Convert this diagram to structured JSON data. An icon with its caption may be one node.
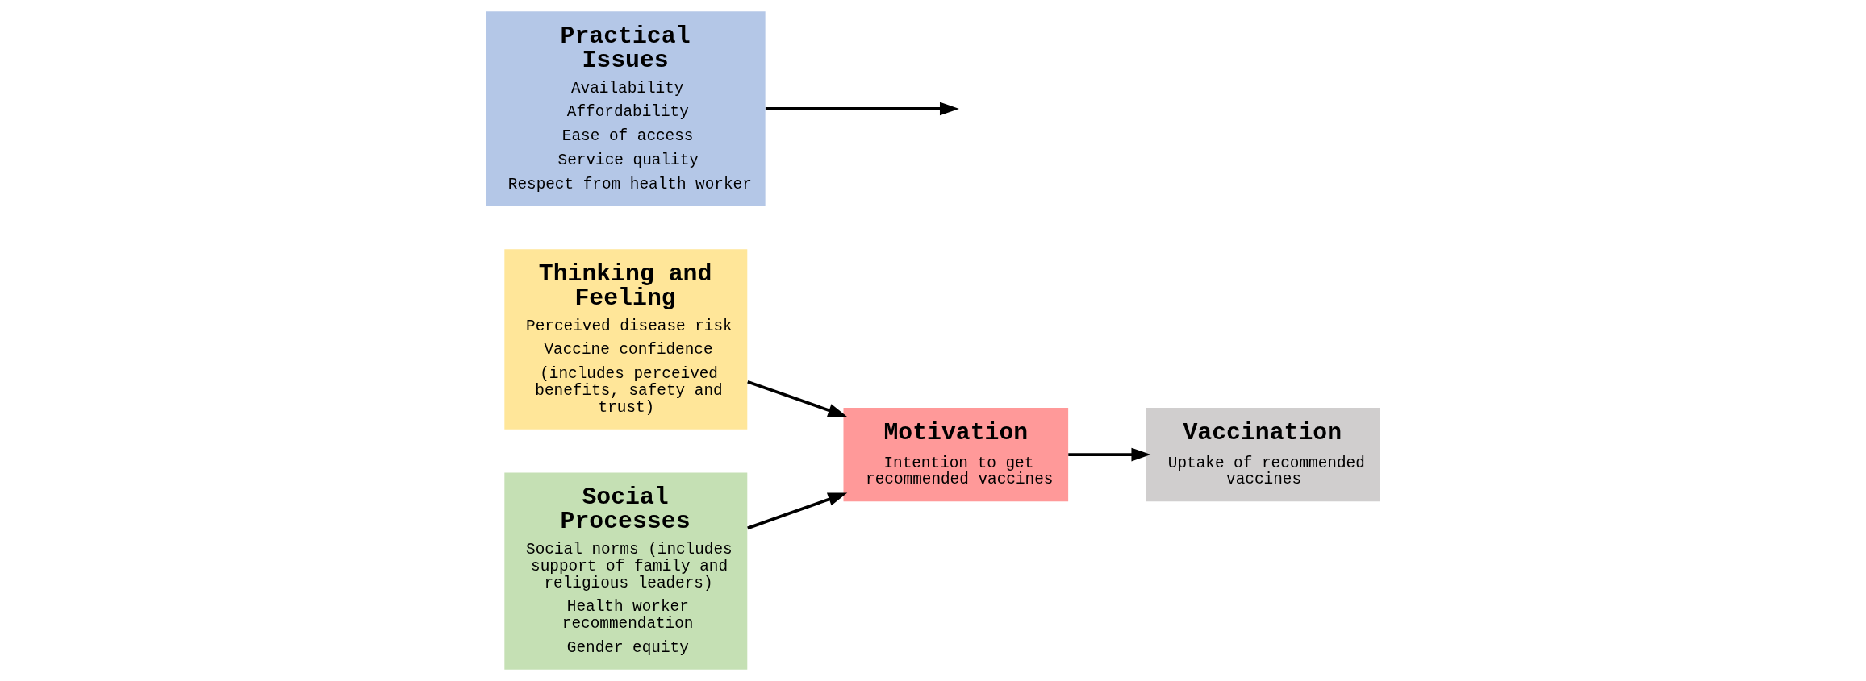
{
  "diagram": {
    "nodes": [
      {
        "text": [
          "Thinking and Feeling",
          "Perceived disease risk",
          "Vaccine confidence",
          "(includes perceived benefits, safety and trust)"
        ]
      },
      {
        "text": [
          "Social Processes",
          "Social norms (includes support of family and religious leaders)",
          "Health worker recommendation",
          "Gender equity"
        ]
      },
      {
        "text": [
          "Motivation",
          "Intention to get recommended vaccines"
        ]
      },
      {
        "text": [
          "Practical Issues",
          "Availability",
          "Affordability",
          "Ease of access",
          "Service quality",
          "Respect from health worker"
        ]
      },
      {
        "text": [
          "Vaccination",
          "Uptake of recommended vaccines"
        ]
      }
    ],
    "edges": [
      {
        "from": 0,
        "to": 2,
        "arrow": "to"
      },
      {
        "from": 1,
        "to": 2,
        "arrow": "to"
      },
      {
        "from": 2,
        "to": 4,
        "arrow": "to"
      },
      {
        "from": 3,
        "to": null,
        "arrow": "to"
      }
    ]
  }
}
